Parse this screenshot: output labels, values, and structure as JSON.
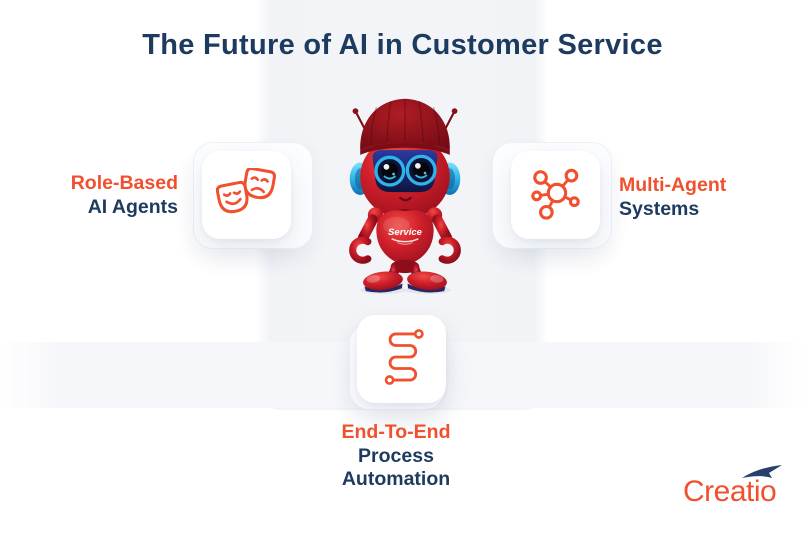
{
  "title": "The Future of AI in Customer Service",
  "features": {
    "left": {
      "line1": "Role-Based",
      "line2": "AI Agents",
      "icon": "theater-masks-icon"
    },
    "right": {
      "line1": "Multi-Agent",
      "line2": "Systems",
      "icon": "network-nodes-icon"
    },
    "bottom": {
      "line1": "End-To-End",
      "line2": "Process",
      "line3": "Automation",
      "icon": "process-path-icon"
    }
  },
  "robot": {
    "chest_label": "Service"
  },
  "logo": {
    "text": "Creatio",
    "icon": "arrow-swoosh-icon"
  },
  "colors": {
    "accent_orange": "#f1502e",
    "navy": "#1e3a5f",
    "band_gray": "#f3f4f7",
    "robot_red": "#c81426",
    "robot_cyan": "#2fb3e8"
  }
}
